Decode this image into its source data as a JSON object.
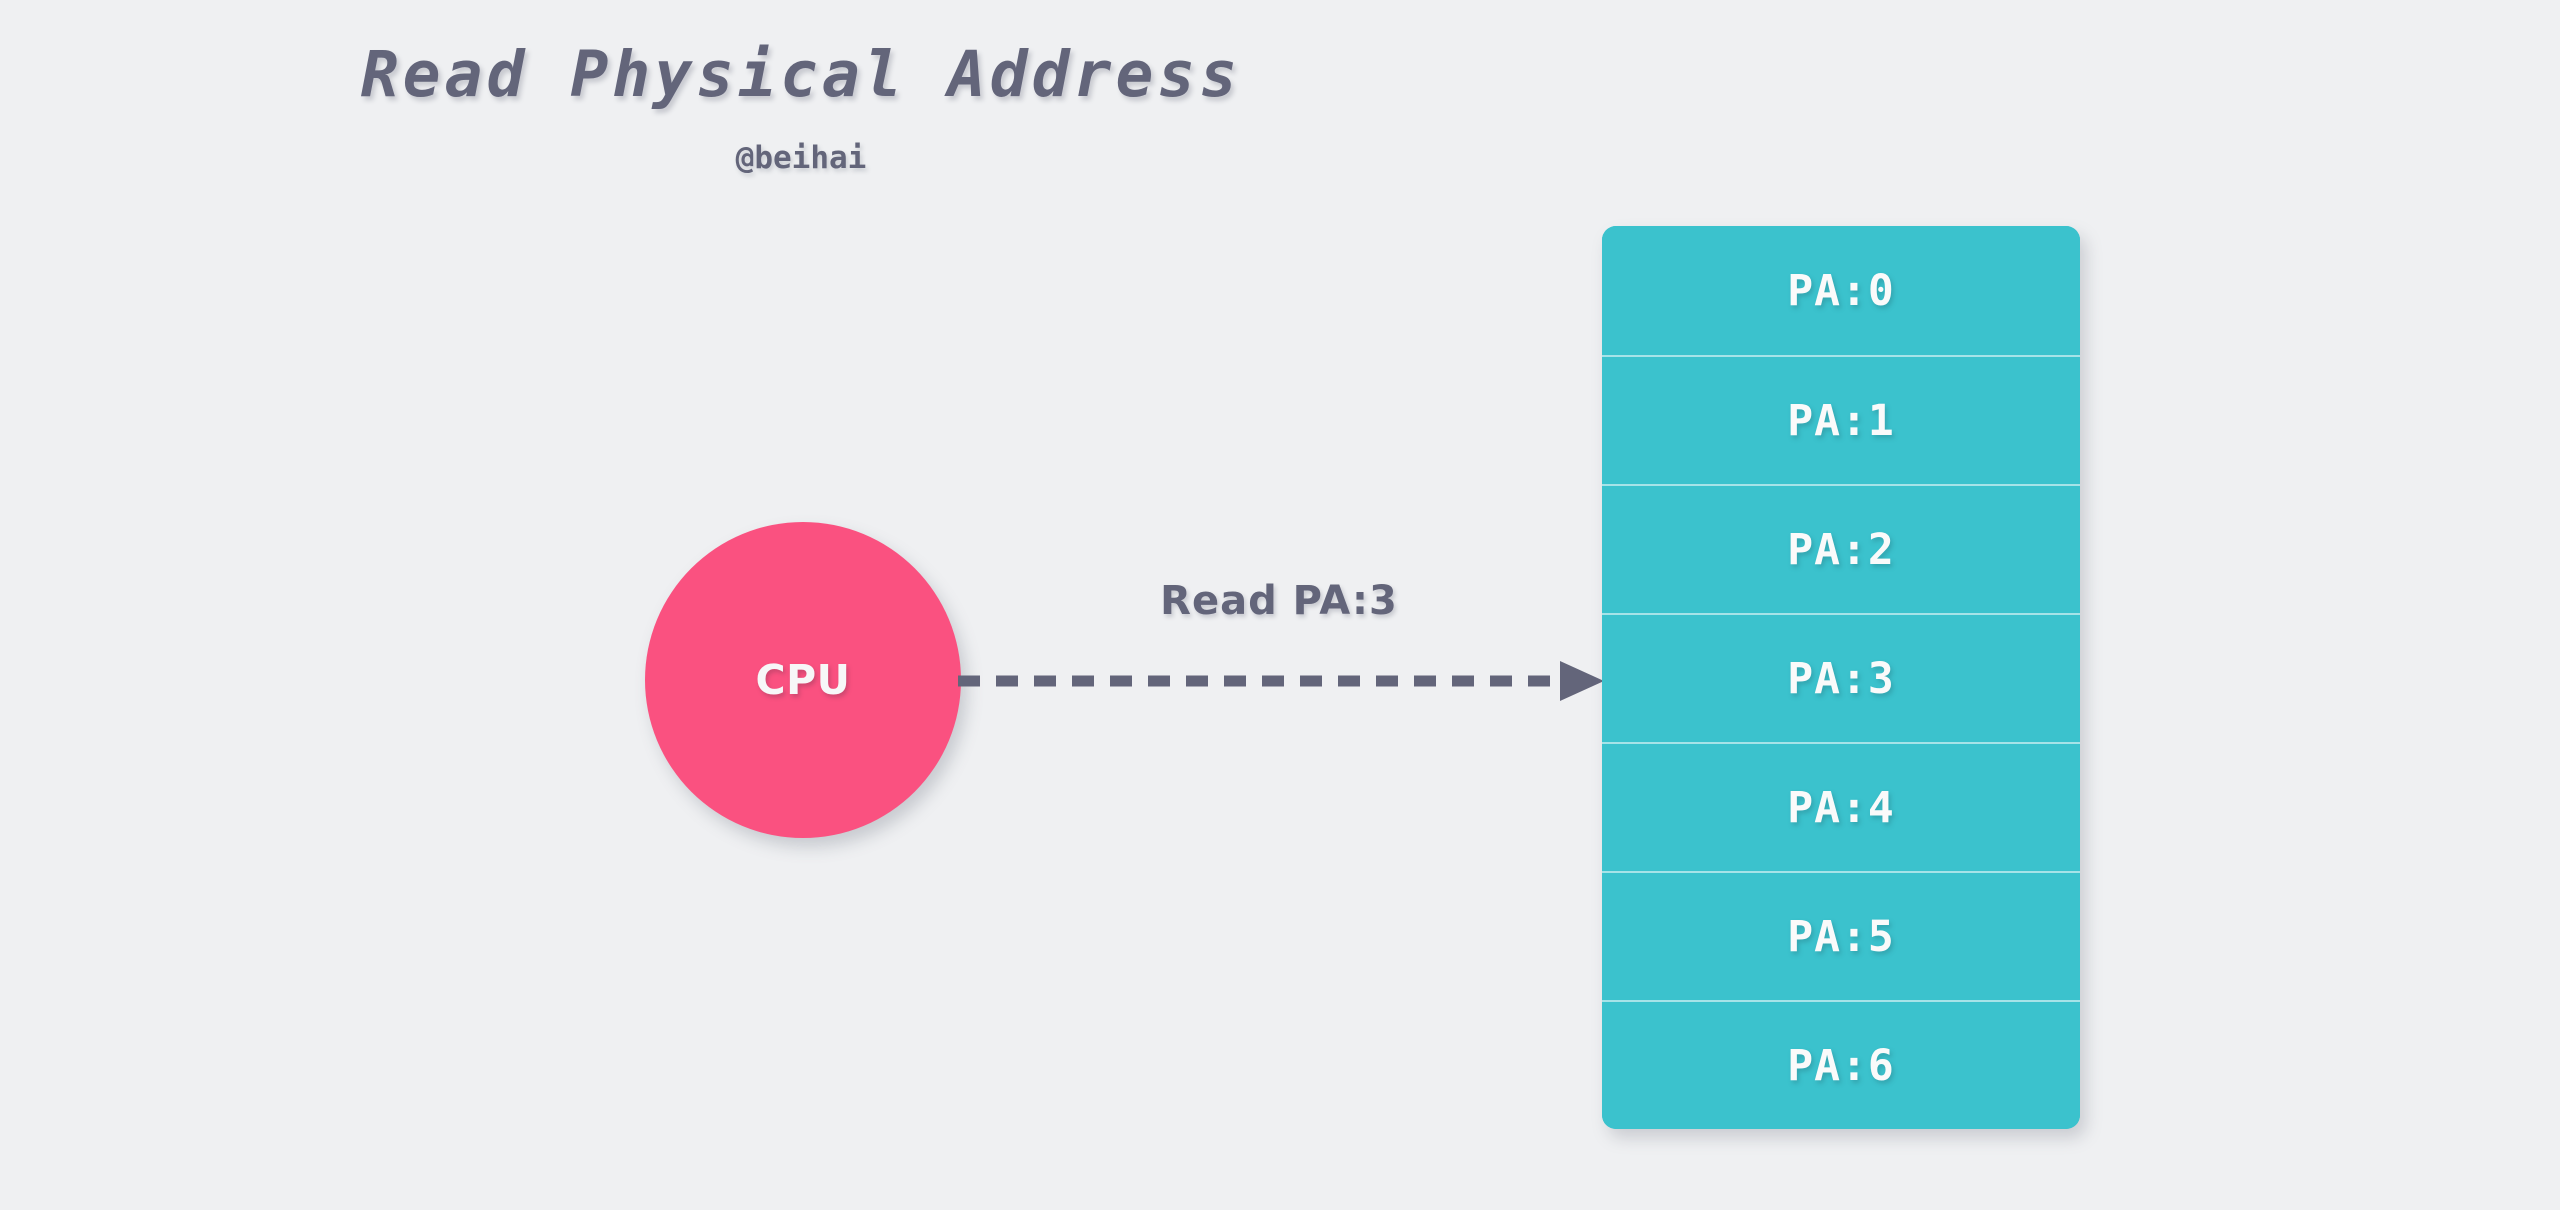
{
  "page": {
    "background_color": "#eff0f2",
    "title": "Read Physical Address",
    "subtitle": "@beihai"
  },
  "cpu": {
    "label": "CPU",
    "color": "#fa5180",
    "text_color": "#f7f7f8"
  },
  "arrow": {
    "label": "Read PA:3",
    "style": "dashed",
    "color": "#63657a",
    "direction": "left-to-right",
    "from": "CPU",
    "to": "PA:3"
  },
  "memory": {
    "block_color": "#3bc2cd",
    "divider_color": "#ffffff",
    "text_color": "#fafafa",
    "cells": [
      {
        "label": "PA:0"
      },
      {
        "label": "PA:1"
      },
      {
        "label": "PA:2"
      },
      {
        "label": "PA:3"
      },
      {
        "label": "PA:4"
      },
      {
        "label": "PA:5"
      },
      {
        "label": "PA:6"
      }
    ]
  }
}
